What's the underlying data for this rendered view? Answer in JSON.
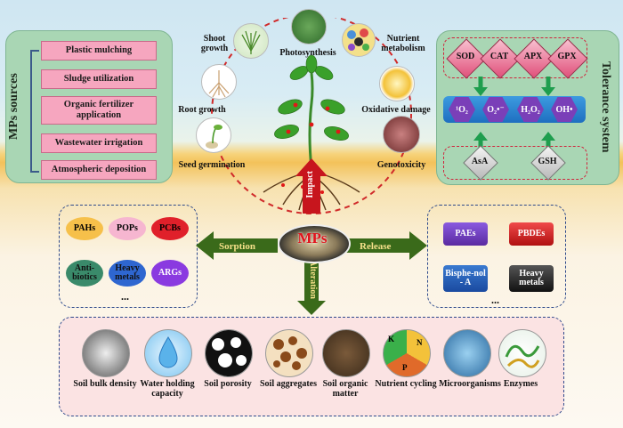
{
  "sources": {
    "title": "MPs sources",
    "items": [
      "Plastic mulching",
      "Sludge utilization",
      "Organic fertilizer application",
      "Wastewater irrigation",
      "Atmospheric deposition"
    ]
  },
  "tolerance": {
    "title": "Tolerance system",
    "enzymes": [
      "SOD",
      "CAT",
      "APX",
      "GPX"
    ],
    "ros": [
      "¹O₂",
      "O₂•⁻",
      "H₂O₂",
      "OH•"
    ],
    "antioxidants": [
      "AsA",
      "GSH"
    ]
  },
  "plant": {
    "shoot_growth": "Shoot growth",
    "photosynthesis": "Photosynthesis",
    "nutrient_metabolism": "Nutrient metabolism",
    "root_growth": "Root growth",
    "oxidative_damage": "Oxidative damage",
    "seed_germination": "Seed germination",
    "genotoxicity": "Genotoxicity",
    "impact": "Impact"
  },
  "center": {
    "mps": "MPs",
    "sorption": "Sorption",
    "release": "Release",
    "alteration": "Alteration"
  },
  "sorption": {
    "items": [
      "PAHs",
      "POPs",
      "PCBs",
      "Anti-biotics",
      "Heavy metals",
      "ARGs"
    ],
    "more": "..."
  },
  "release": {
    "items": [
      "PAEs",
      "PBDEs",
      "Bisphe-nol - A",
      "Heavy metals"
    ],
    "more": "..."
  },
  "soil": {
    "items": [
      "Soil bulk density",
      "Water holding capacity",
      "Soil porosity",
      "Soil aggregates",
      "Soil organic matter",
      "Nutrient cycling",
      "Microorganisms",
      "Enzymes"
    ],
    "cycle_letters": [
      "K",
      "N",
      "P"
    ]
  }
}
